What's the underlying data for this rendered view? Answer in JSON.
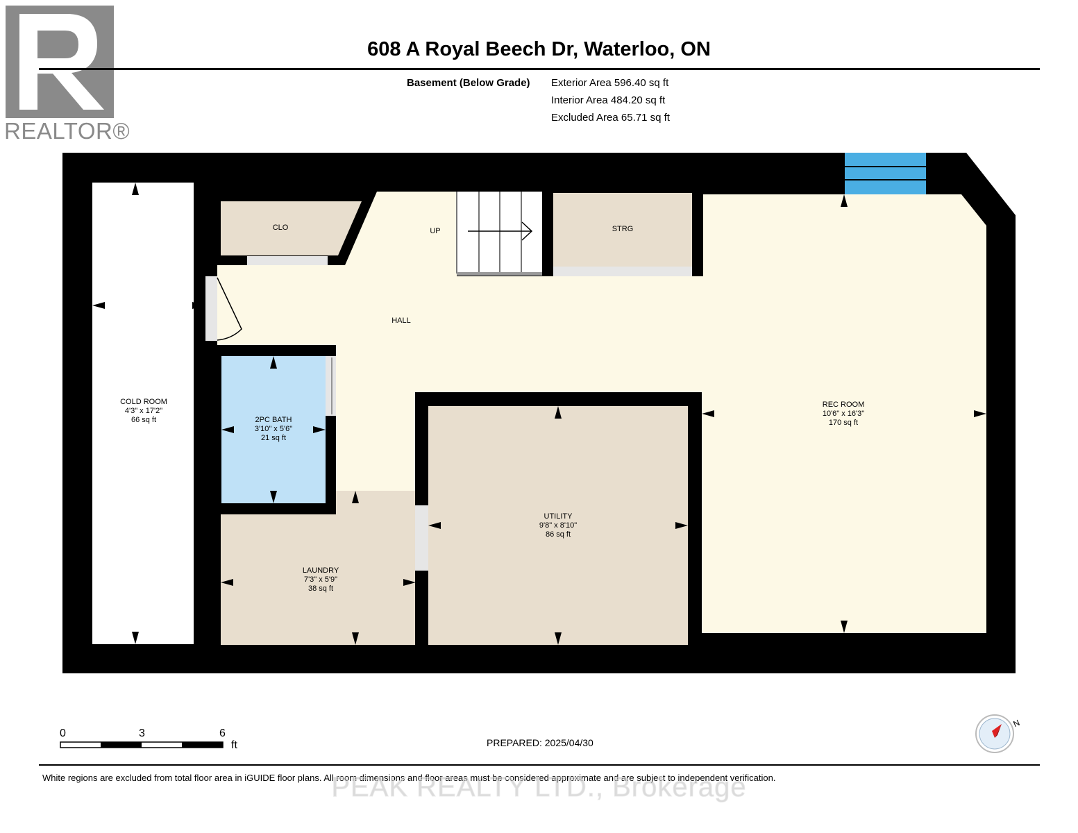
{
  "logo": {
    "text": "REALTOR®"
  },
  "title": "608 A Royal Beech Dr, Waterloo, ON",
  "level": {
    "name": "Basement (Below Grade)",
    "exterior": "Exterior Area 596.40 sq ft",
    "interior": "Interior Area 484.20 sq ft",
    "excluded": "Excluded Area 65.71 sq ft"
  },
  "rooms": {
    "clo": "CLO",
    "up": "UP",
    "strg": "STRG",
    "hall": "HALL",
    "cold_room": {
      "name": "COLD ROOM",
      "dims": "4'3\" x 17'2\"",
      "area": "66 sq ft"
    },
    "bath": {
      "name": "2PC BATH",
      "dims": "3'10\" x 5'6\"",
      "area": "21 sq ft"
    },
    "rec_room": {
      "name": "REC ROOM",
      "dims": "10'6\" x 16'3\"",
      "area": "170 sq ft"
    },
    "utility": {
      "name": "UTILITY",
      "dims": "9'8\" x 8'10\"",
      "area": "86 sq ft"
    },
    "laundry": {
      "name": "LAUNDRY",
      "dims": "7'3\" x 5'9\"",
      "area": "38 sq ft"
    }
  },
  "scale": {
    "ticks": [
      "0",
      "3",
      "6"
    ],
    "unit": "ft"
  },
  "compass": {
    "label": "N"
  },
  "prepared": "PREPARED: 2025/04/30",
  "disclaimer": "White regions are excluded from total floor area in iGUIDE floor plans. All room dimensions and floor areas must be considered approximate and are subject to independent verification.",
  "watermark": "PEAK REALTY LTD., Brokerage",
  "colors": {
    "wall": "#000000",
    "hall": "#fdf9e6",
    "room": "#e8dece",
    "bath": "#bfe1f7",
    "window": "#4aaee3",
    "logo_gray": "#8a8a8a"
  }
}
